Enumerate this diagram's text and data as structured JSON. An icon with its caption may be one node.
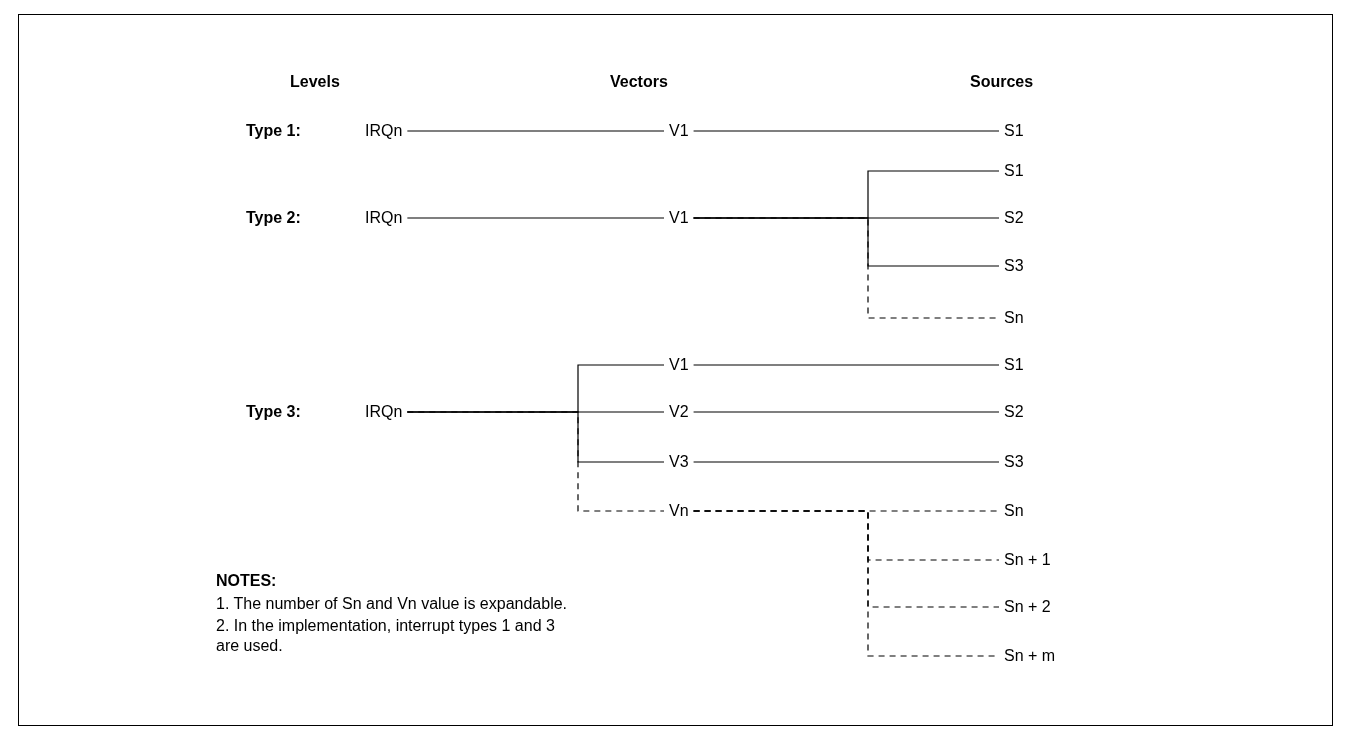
{
  "diagram": {
    "nodes": [
      {
        "text": [
          "IRQn"
        ]
      },
      {
        "text": [
          "V1"
        ]
      },
      {
        "text": [
          "S1"
        ]
      },
      {
        "text": [
          "IRQn"
        ]
      },
      {
        "text": [
          "V1"
        ]
      },
      {
        "text": [
          "S1"
        ]
      },
      {
        "text": [
          "S2"
        ]
      },
      {
        "text": [
          "S3"
        ]
      },
      {
        "text": [
          "Sn"
        ]
      },
      {
        "text": [
          "IRQn"
        ]
      },
      {
        "text": [
          "V1"
        ]
      },
      {
        "text": [
          "V2"
        ]
      },
      {
        "text": [
          "V3"
        ]
      },
      {
        "text": [
          "Vn"
        ]
      },
      {
        "text": [
          "S1"
        ]
      },
      {
        "text": [
          "S2"
        ]
      },
      {
        "text": [
          "S3"
        ]
      },
      {
        "text": [
          "Sn"
        ]
      },
      {
        "text": [
          "Sn + 1"
        ]
      },
      {
        "text": [
          "Sn + 2"
        ]
      },
      {
        "text": [
          "Sn + m"
        ]
      }
    ],
    "edges": [
      {
        "from": 0,
        "to": 1,
        "arrow": "none"
      },
      {
        "from": 1,
        "to": 2,
        "arrow": "none"
      },
      {
        "from": 3,
        "to": 4,
        "arrow": "none"
      },
      {
        "from": 4,
        "to": 5,
        "arrow": "none"
      },
      {
        "from": 4,
        "to": 6,
        "arrow": "none"
      },
      {
        "from": 4,
        "to": 7,
        "arrow": "none"
      },
      {
        "from": 4,
        "to": 8,
        "arrow": "none",
        "style": "dashed"
      },
      {
        "from": 9,
        "to": 10,
        "arrow": "none"
      },
      {
        "from": 9,
        "to": 11,
        "arrow": "none"
      },
      {
        "from": 9,
        "to": 12,
        "arrow": "none"
      },
      {
        "from": 9,
        "to": 13,
        "arrow": "none",
        "style": "dashed"
      },
      {
        "from": 10,
        "to": 14,
        "arrow": "none"
      },
      {
        "from": 11,
        "to": 15,
        "arrow": "none"
      },
      {
        "from": 12,
        "to": 16,
        "arrow": "none"
      },
      {
        "from": 13,
        "to": 17,
        "arrow": "none",
        "style": "dashed"
      },
      {
        "from": 13,
        "to": 18,
        "arrow": "none",
        "style": "dashed"
      },
      {
        "from": 13,
        "to": 19,
        "arrow": "none",
        "style": "dashed"
      },
      {
        "from": 13,
        "to": 20,
        "arrow": "none",
        "style": "dashed"
      }
    ],
    "labels": [
      "Levels",
      "Vectors",
      "Sources",
      "Type 1:",
      "Type 2:",
      "Type 3:",
      "NOTES:",
      "1. The number of Sn and Vn value is expandable.",
      "2. In the implementation, interrupt types 1 and 3 are used."
    ]
  }
}
